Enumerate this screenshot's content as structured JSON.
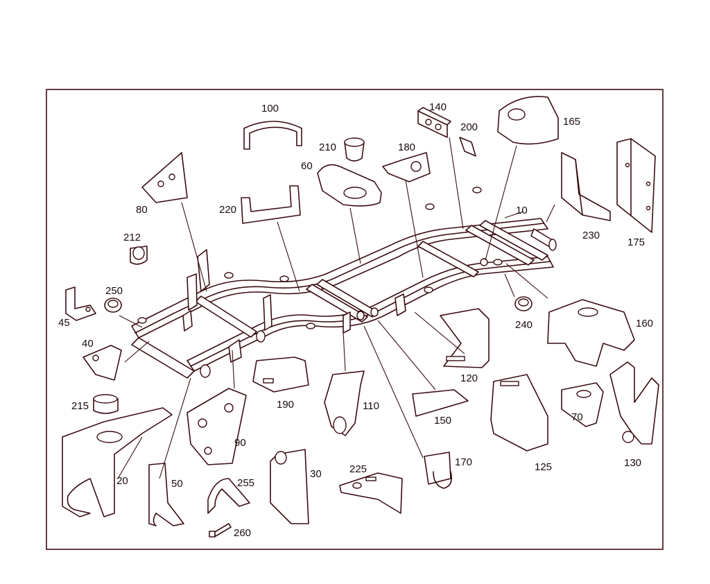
{
  "diagram": {
    "accent_color": "#3a0d12",
    "background": "#ffffff",
    "callouts": {
      "c10": "10",
      "c20": "20",
      "c30": "30",
      "c40": "40",
      "c45": "45",
      "c50": "50",
      "c60": "60",
      "c70": "70",
      "c80": "80",
      "c90": "90",
      "c100": "100",
      "c110": "110",
      "c120": "120",
      "c125": "125",
      "c130": "130",
      "c140": "140",
      "c150": "150",
      "c160": "160",
      "c165": "165",
      "c170": "170",
      "c175": "175",
      "c180": "180",
      "c190": "190",
      "c200": "200",
      "c210": "210",
      "c212": "212",
      "c215": "215",
      "c220": "220",
      "c225": "225",
      "c230": "230",
      "c240": "240",
      "c250": "250",
      "c255": "255",
      "c260": "260"
    }
  }
}
